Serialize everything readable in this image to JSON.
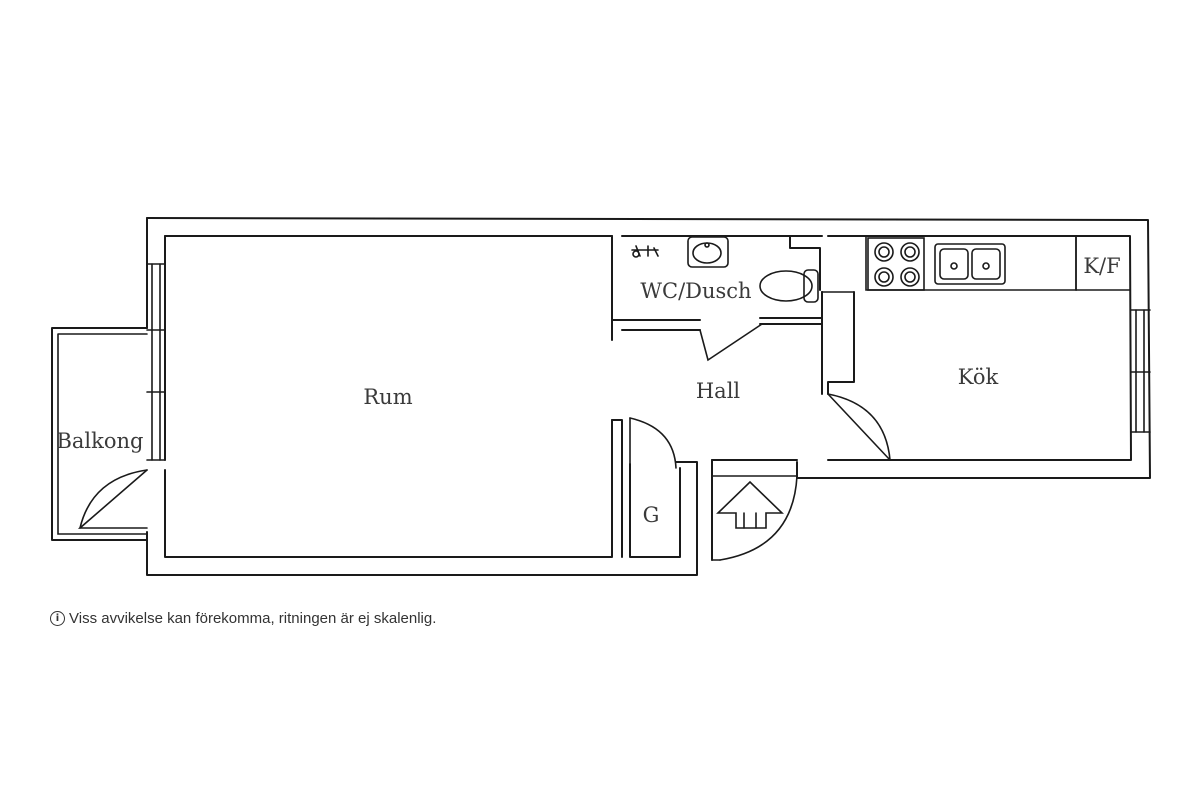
{
  "rooms": {
    "rum": "Rum",
    "balkong": "Balkong",
    "wc_dusch": "WC/Dusch",
    "hall": "Hall",
    "kok": "Kök",
    "kf": "K/F",
    "g": "G"
  },
  "disclaimer": {
    "icon": "info-icon",
    "text": "Viss avvikelse kan förekomma, ritningen är ej skalenlig."
  },
  "colors": {
    "line": "#1a1a1a",
    "text": "#3a3a3a",
    "background": "#ffffff"
  }
}
